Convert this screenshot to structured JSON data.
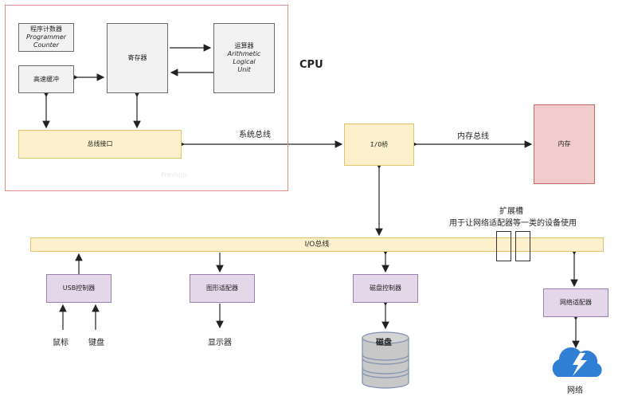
{
  "diagram": {
    "cpu": {
      "label": "CPU",
      "program_counter": {
        "line1": "程序计数器",
        "line2": "Programmer",
        "line3": "Counter"
      },
      "register": "寄存器",
      "alu": {
        "line1": "运算器",
        "line2": "Arithmetic",
        "line3": "Logical",
        "line4": "Unit"
      },
      "cache": "高速缓冲",
      "bus_interface": "总线接口",
      "faded_button": "Previous"
    },
    "system_bus_label": "系统总线",
    "io_bridge": "I/O桥",
    "memory_bus_label": "内存总线",
    "memory": "内存",
    "io_bus": "I/O总线",
    "expansion_slot": {
      "title": "扩展槽",
      "description": "用于让网络适配器等一类的设备使用"
    },
    "devices": {
      "usb_controller": "USB控制器",
      "mouse": "鼠标",
      "keyboard": "键盘",
      "graphics_adapter": "图形适配器",
      "display": "显示器",
      "disk_controller": "磁盘控制器",
      "disk": "磁盘",
      "network_adapter": "网络适配器",
      "network": "网络"
    },
    "colors": {
      "cpu_frame": "#e88a8a",
      "gray_box": "#f2f2f2",
      "yellow_box": "#fcf1cc",
      "purple_box": "#e4d7ea",
      "memory_box": "#f2cccc",
      "cloud": "#2f7fd4",
      "disk": "#c8c8c8"
    }
  }
}
